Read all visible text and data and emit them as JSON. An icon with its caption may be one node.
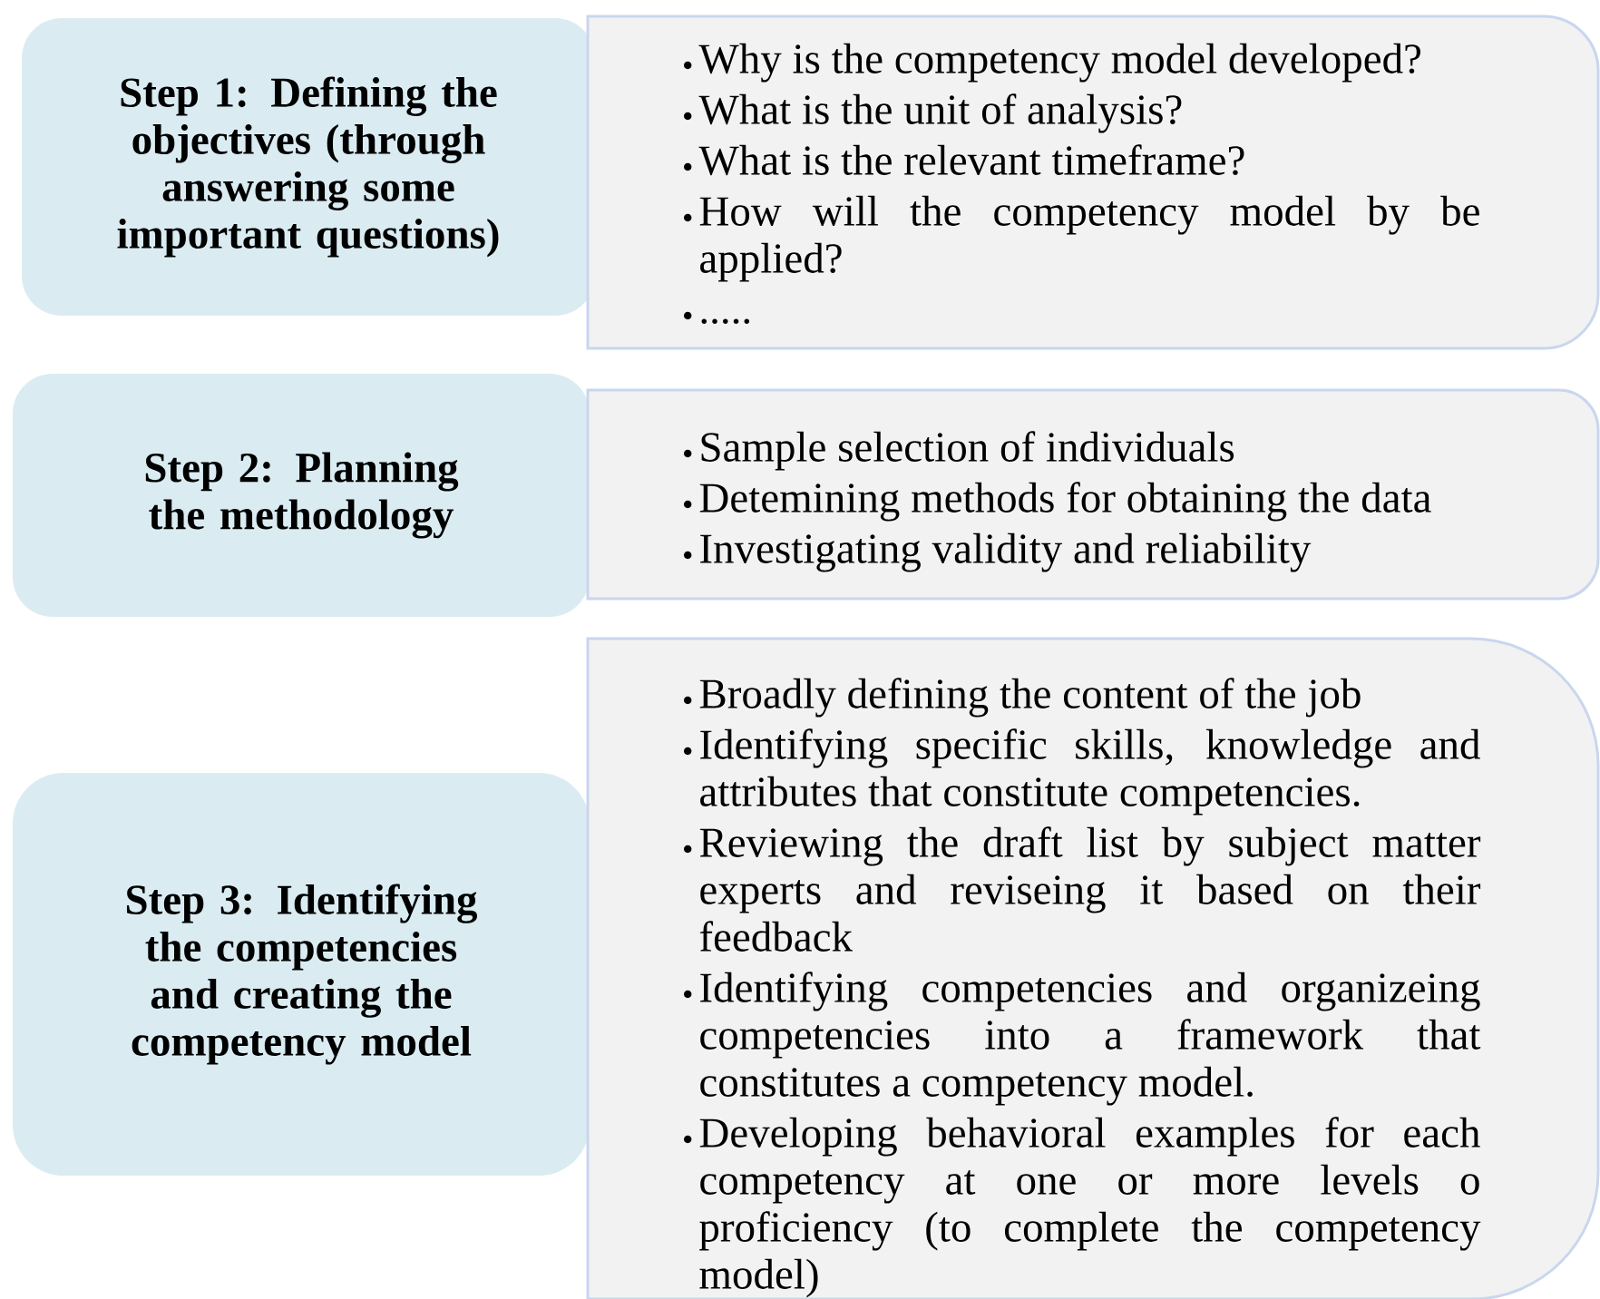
{
  "diagram": {
    "nodes": [
      {
        "text": [
          "Step 1: Defining the objectives (through answering some important questions)"
        ]
      },
      {
        "text": [
          "Why is the competency model developed?",
          "What is the unit of analysis?",
          "What is the relevant timeframe?",
          "How will the competency model by be applied?",
          "....."
        ]
      },
      {
        "text": [
          "Step 2: Planning the methodology"
        ]
      },
      {
        "text": [
          "Sample selection of individuals",
          "Detemining methods for obtaining the data",
          "Investigating validity and reliability"
        ]
      },
      {
        "text": [
          "Step 3: Identifying the competencies and creating the competency model"
        ]
      },
      {
        "text": [
          "Broadly defining the content of the job",
          "Identifying specific skills, knowledge and attributes that constitute competencies.",
          "Reviewing the draft list by subject matter experts and reviseing it based on their feedback",
          "Identifying competencies and organizeing competencies into a framework that constitutes a competency model.",
          "Developing behavioral examples for each competency at one or more levels o proficiency (to complete the competency model)"
        ]
      }
    ]
  }
}
